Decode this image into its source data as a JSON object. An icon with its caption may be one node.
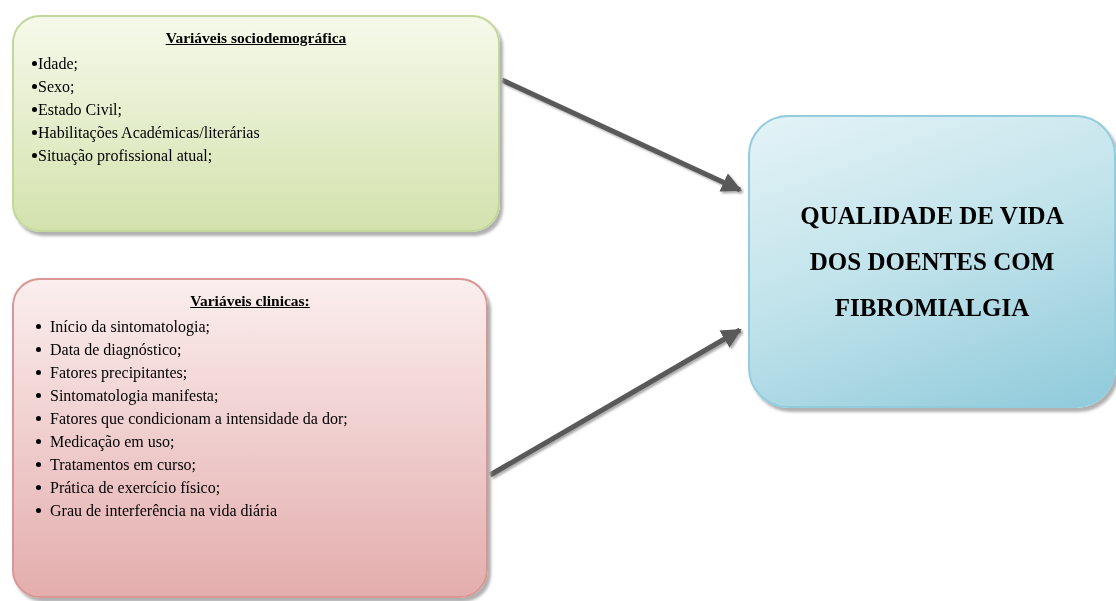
{
  "diagram": {
    "nodes": [
      {
        "text": [
          "Variáveis sociodemográfica",
          "Idade;",
          "Sexo;",
          "Estado Civil;",
          "Habilitações Académicas/literárias",
          "Situação profissional atual;"
        ]
      },
      {
        "text": [
          "Variáveis clinicas:",
          "Início da sintomatologia;",
          "Data de diagnóstico;",
          "Fatores precipitantes;",
          "Sintomatologia manifesta;",
          "Fatores que condicionam a intensidade da dor;",
          "Medicação em uso;",
          "Tratamentos em curso;",
          "Prática de exercício físico;",
          "Grau de interferência na vida diária"
        ]
      },
      {
        "text": [
          "QUALIDADE DE VIDA DOS DOENTES COM FIBROMIALGIA"
        ]
      }
    ],
    "edges": [
      {
        "from": 0,
        "to": 2,
        "arrow": "to"
      },
      {
        "from": 1,
        "to": 2,
        "arrow": "to"
      }
    ]
  }
}
